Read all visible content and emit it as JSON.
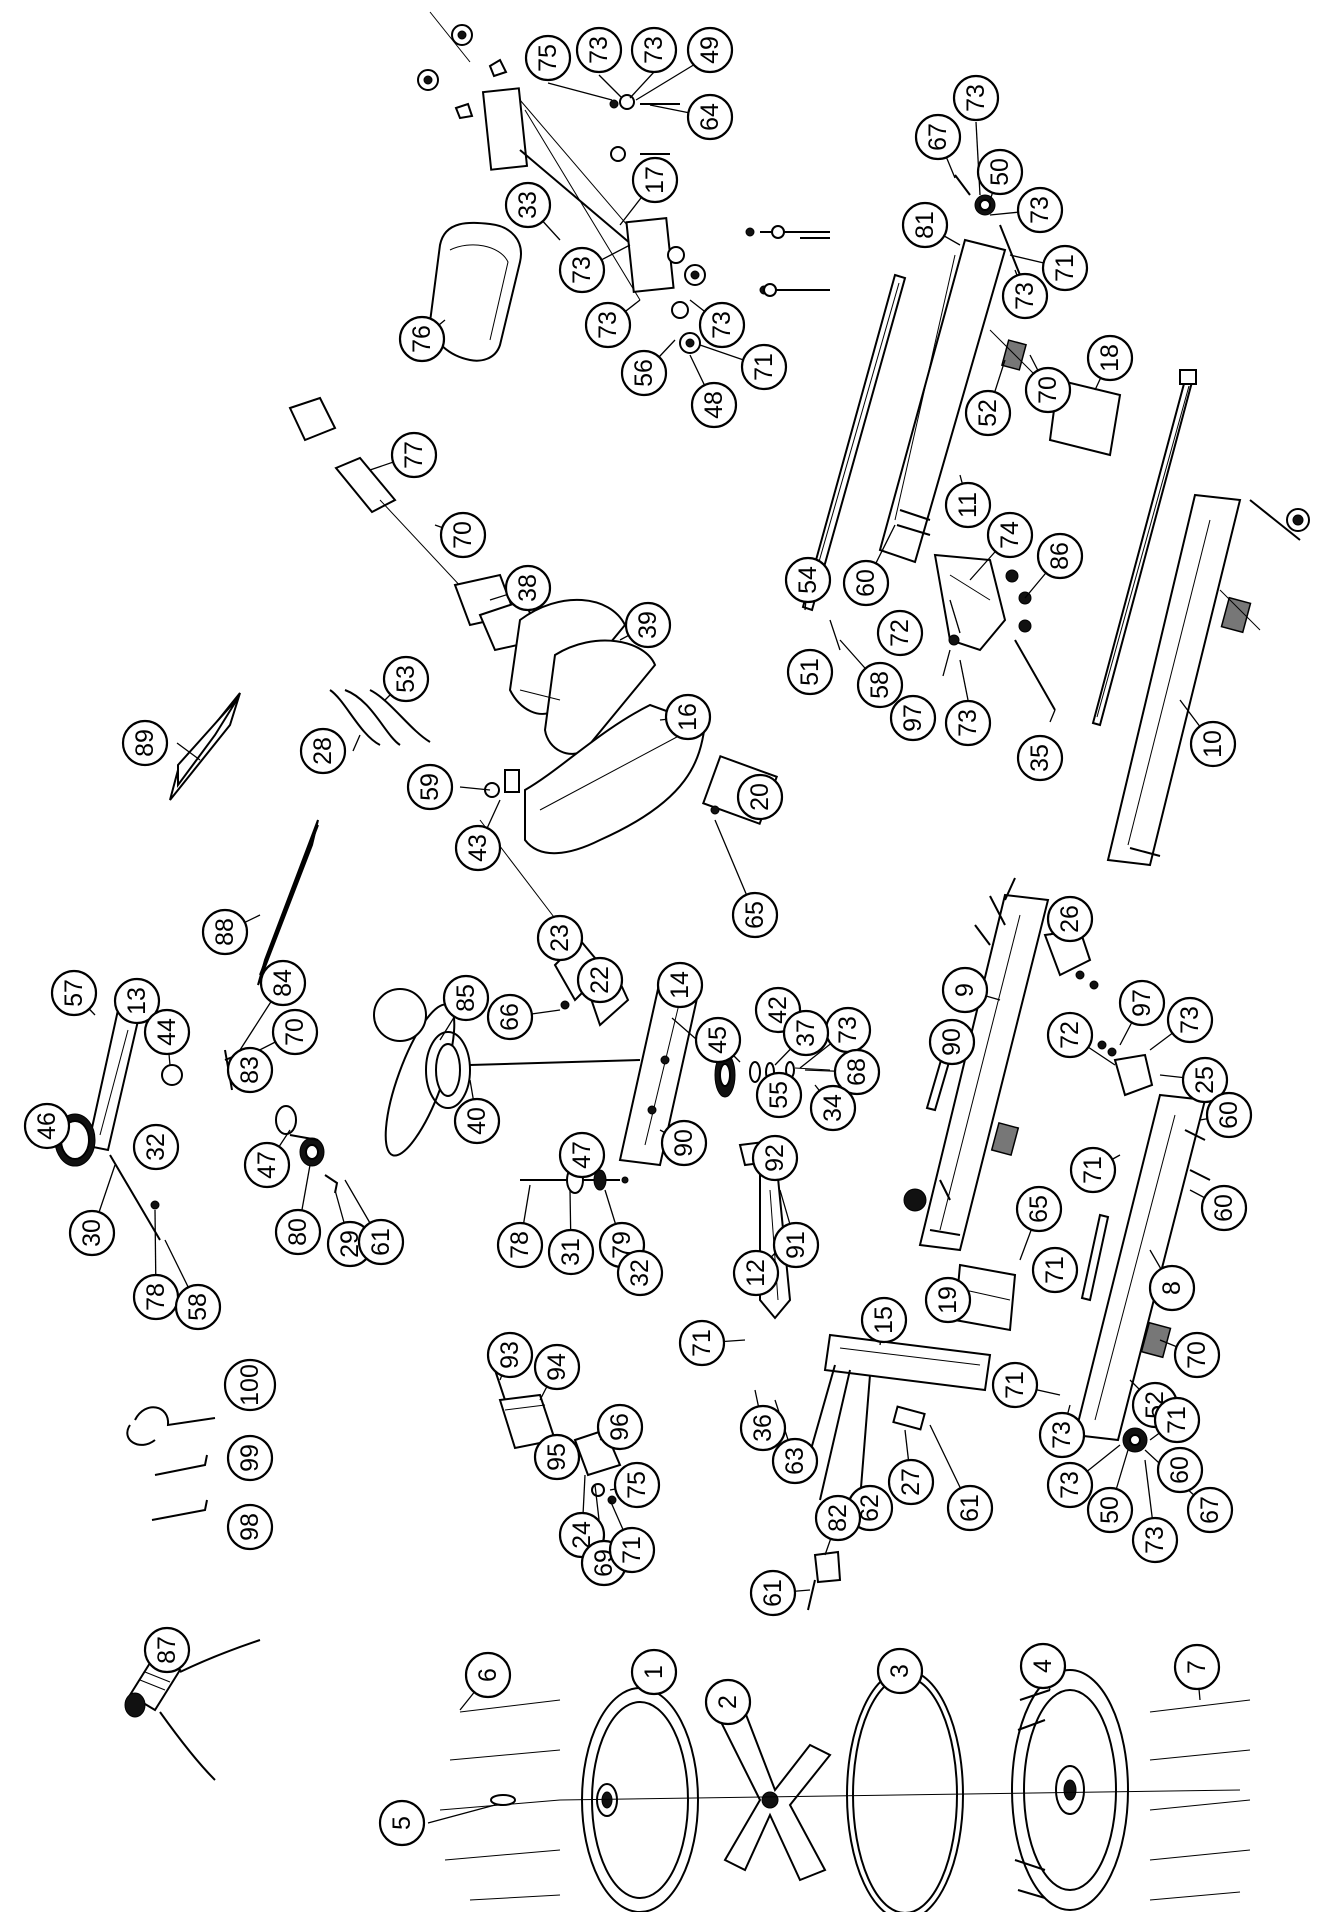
{
  "diagram": {
    "callouts": [
      {
        "id": "c75a",
        "label": "75"
      },
      {
        "id": "c73a",
        "label": "73"
      },
      {
        "id": "c73b",
        "label": "73"
      },
      {
        "id": "c49",
        "label": "49"
      },
      {
        "id": "c64",
        "label": "64"
      },
      {
        "id": "c17",
        "label": "17"
      },
      {
        "id": "c33",
        "label": "33"
      },
      {
        "id": "c73c",
        "label": "73"
      },
      {
        "id": "c73d",
        "label": "73"
      },
      {
        "id": "c73e",
        "label": "73"
      },
      {
        "id": "c76",
        "label": "76"
      },
      {
        "id": "c56",
        "label": "56"
      },
      {
        "id": "c48",
        "label": "48"
      },
      {
        "id": "c71a",
        "label": "71"
      },
      {
        "id": "c67a",
        "label": "67"
      },
      {
        "id": "c73f",
        "label": "73"
      },
      {
        "id": "c50a",
        "label": "50"
      },
      {
        "id": "c81",
        "label": "81"
      },
      {
        "id": "c73g",
        "label": "73"
      },
      {
        "id": "c71b",
        "label": "71"
      },
      {
        "id": "c73h",
        "label": "73"
      },
      {
        "id": "c18",
        "label": "18"
      },
      {
        "id": "c70a",
        "label": "70"
      },
      {
        "id": "c52a",
        "label": "52"
      },
      {
        "id": "c11",
        "label": "11"
      },
      {
        "id": "c74",
        "label": "74"
      },
      {
        "id": "c86",
        "label": "86"
      },
      {
        "id": "c60a",
        "label": "60"
      },
      {
        "id": "c54",
        "label": "54"
      },
      {
        "id": "c72a",
        "label": "72"
      },
      {
        "id": "c51",
        "label": "51"
      },
      {
        "id": "c58a",
        "label": "58"
      },
      {
        "id": "c97a",
        "label": "97"
      },
      {
        "id": "c73i",
        "label": "73"
      },
      {
        "id": "c35",
        "label": "35"
      },
      {
        "id": "c10",
        "label": "10"
      },
      {
        "id": "c77",
        "label": "77"
      },
      {
        "id": "c70b",
        "label": "70"
      },
      {
        "id": "c38",
        "label": "38"
      },
      {
        "id": "c39",
        "label": "39"
      },
      {
        "id": "c53",
        "label": "53"
      },
      {
        "id": "c28",
        "label": "28"
      },
      {
        "id": "c89",
        "label": "89"
      },
      {
        "id": "c16",
        "label": "16"
      },
      {
        "id": "c59",
        "label": "59"
      },
      {
        "id": "c43",
        "label": "43"
      },
      {
        "id": "c20",
        "label": "20"
      },
      {
        "id": "c65a",
        "label": "65"
      },
      {
        "id": "c88",
        "label": "88"
      },
      {
        "id": "c26",
        "label": "26"
      },
      {
        "id": "c9",
        "label": "9"
      },
      {
        "id": "c23",
        "label": "23"
      },
      {
        "id": "c85",
        "label": "85"
      },
      {
        "id": "c22",
        "label": "22"
      },
      {
        "id": "c14",
        "label": "14"
      },
      {
        "id": "c42",
        "label": "42"
      },
      {
        "id": "c45",
        "label": "45"
      },
      {
        "id": "c66",
        "label": "66"
      },
      {
        "id": "c73j",
        "label": "73"
      },
      {
        "id": "c37",
        "label": "37"
      },
      {
        "id": "c97b",
        "label": "97"
      },
      {
        "id": "c73k",
        "label": "73"
      },
      {
        "id": "c72b",
        "label": "72"
      },
      {
        "id": "c90a",
        "label": "90"
      },
      {
        "id": "c68",
        "label": "68"
      },
      {
        "id": "c25",
        "label": "25"
      },
      {
        "id": "c55",
        "label": "55"
      },
      {
        "id": "c34",
        "label": "34"
      },
      {
        "id": "c57",
        "label": "57"
      },
      {
        "id": "c13",
        "label": "13"
      },
      {
        "id": "c84",
        "label": "84"
      },
      {
        "id": "c44",
        "label": "44"
      },
      {
        "id": "c70c",
        "label": "70"
      },
      {
        "id": "c83",
        "label": "83"
      },
      {
        "id": "c40",
        "label": "40"
      },
      {
        "id": "c60b",
        "label": "60"
      },
      {
        "id": "c71c",
        "label": "71"
      },
      {
        "id": "c46",
        "label": "46"
      },
      {
        "id": "c32a",
        "label": "32"
      },
      {
        "id": "c47a",
        "label": "47"
      },
      {
        "id": "c90b",
        "label": "90"
      },
      {
        "id": "c60c",
        "label": "60"
      },
      {
        "id": "c92",
        "label": "92"
      },
      {
        "id": "c47b",
        "label": "47"
      },
      {
        "id": "c30",
        "label": "30"
      },
      {
        "id": "c80",
        "label": "80"
      },
      {
        "id": "c29",
        "label": "29"
      },
      {
        "id": "c61a",
        "label": "61"
      },
      {
        "id": "c78a",
        "label": "78"
      },
      {
        "id": "c31",
        "label": "31"
      },
      {
        "id": "c79",
        "label": "79"
      },
      {
        "id": "c32b",
        "label": "32"
      },
      {
        "id": "c91",
        "label": "91"
      },
      {
        "id": "c65b",
        "label": "65"
      },
      {
        "id": "c71d",
        "label": "71"
      },
      {
        "id": "c78b",
        "label": "78"
      },
      {
        "id": "c58b",
        "label": "58"
      },
      {
        "id": "c12",
        "label": "12"
      },
      {
        "id": "c19",
        "label": "19"
      },
      {
        "id": "c8",
        "label": "8"
      },
      {
        "id": "c71e",
        "label": "71"
      },
      {
        "id": "c70d",
        "label": "70"
      },
      {
        "id": "c15",
        "label": "15"
      },
      {
        "id": "c100",
        "label": "100"
      },
      {
        "id": "c93",
        "label": "93"
      },
      {
        "id": "c94",
        "label": "94"
      },
      {
        "id": "c71f",
        "label": "71"
      },
      {
        "id": "c52b",
        "label": "52"
      },
      {
        "id": "c96",
        "label": "96"
      },
      {
        "id": "c36",
        "label": "36"
      },
      {
        "id": "c73l",
        "label": "73"
      },
      {
        "id": "c63",
        "label": "63"
      },
      {
        "id": "c71g",
        "label": "71"
      },
      {
        "id": "c60d",
        "label": "60"
      },
      {
        "id": "c99",
        "label": "99"
      },
      {
        "id": "c95",
        "label": "95"
      },
      {
        "id": "c75b",
        "label": "75"
      },
      {
        "id": "c73m",
        "label": "73"
      },
      {
        "id": "c50b",
        "label": "50"
      },
      {
        "id": "c67b",
        "label": "67"
      },
      {
        "id": "c73n",
        "label": "73"
      },
      {
        "id": "c27",
        "label": "27"
      },
      {
        "id": "c24",
        "label": "24"
      },
      {
        "id": "c61b",
        "label": "61"
      },
      {
        "id": "c62",
        "label": "62"
      },
      {
        "id": "c69",
        "label": "69"
      },
      {
        "id": "c71h",
        "label": "71"
      },
      {
        "id": "c98",
        "label": "98"
      },
      {
        "id": "c82",
        "label": "82"
      },
      {
        "id": "c61c",
        "label": "61"
      },
      {
        "id": "c87",
        "label": "87"
      },
      {
        "id": "c6",
        "label": "6"
      },
      {
        "id": "c1",
        "label": "1"
      },
      {
        "id": "c3",
        "label": "3"
      },
      {
        "id": "c4",
        "label": "4"
      },
      {
        "id": "c7",
        "label": "7"
      },
      {
        "id": "c2",
        "label": "2"
      },
      {
        "id": "c5",
        "label": "5"
      }
    ]
  }
}
